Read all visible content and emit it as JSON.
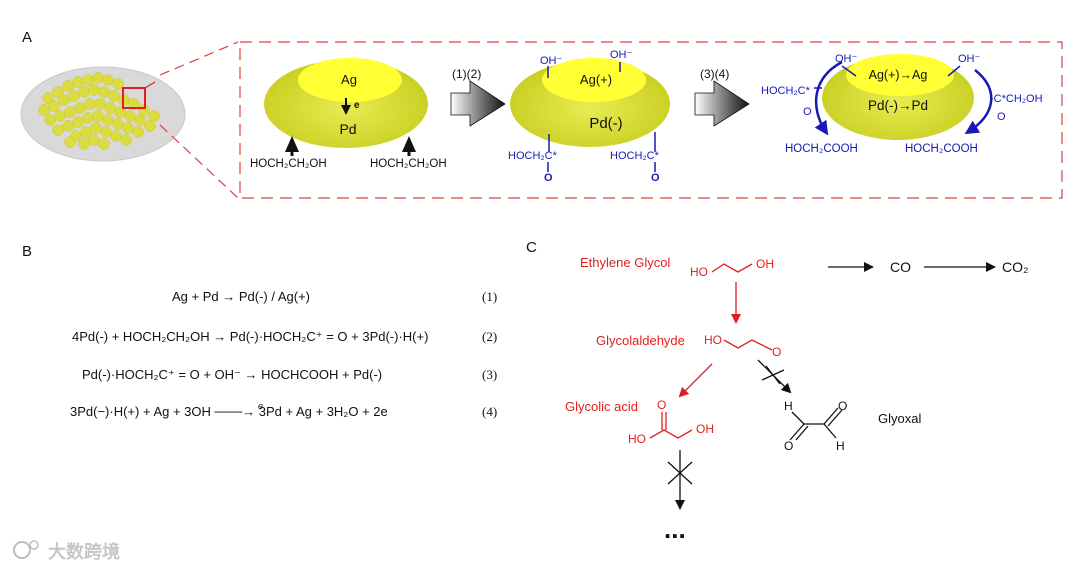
{
  "panels": {
    "a_label": "A",
    "b_label": "B",
    "c_label": "C"
  },
  "panel_a": {
    "particle1": {
      "top": "Ag",
      "e": "e",
      "bottom": "Pd",
      "reactant_left": "HOCH₂CH₂OH",
      "reactant_right": "HOCH₂CH₂OH"
    },
    "step1_label": "(1)(2)",
    "particle2": {
      "top": "Ag(+)",
      "bottom": "Pd(-)",
      "oh_left": "OH⁻",
      "oh_right": "OH⁻",
      "ad_left": "HOCH₂C*",
      "ad_right": "HOCH₂C*",
      "o_left": "O",
      "o_right": "O"
    },
    "step2_label": "(3)(4)",
    "particle3": {
      "top": "Ag(+)→Ag",
      "bottom": "Pd(-)→Pd",
      "oh_left": "OH⁻",
      "oh_right": "OH⁻",
      "ad_left": "HOCH₂C*",
      "o_left": "O",
      "ad_right": "-C*CH₂OH",
      "o_right": "O",
      "prod_left": "HOCH₂COOH",
      "prod_right": "HOCH₂COOH"
    }
  },
  "panel_b": {
    "equations": [
      {
        "text": "Ag + Pd → Pd(-) / Ag(+)",
        "num": "(1)"
      },
      {
        "text": "4Pd(-) + HOCH₂CH₂OH → Pd(-)·HOCH₂C⁺ = O + 3Pd(-)·H(+)",
        "num": "(2)"
      },
      {
        "text": "Pd(-)·HOCH₂C⁺ = O + OH⁻ → HOCHCOOH + Pd(-)",
        "num": "(3)"
      },
      {
        "text": "3Pd(−)·H(+) + Ag  + 3OH  ───→ 3Pd + Ag + 3H₂O + 2e",
        "num": "(4)"
      }
    ],
    "eq4_arrow_label": "e"
  },
  "panel_c": {
    "ethylene_glycol": "Ethylene Glycol",
    "eg_ho": "HO",
    "eg_oh": "OH",
    "co": "CO",
    "co2": "CO₂",
    "glycolaldehyde": "Glycolaldehyde",
    "ga_ho": "HO",
    "ga_o": "O",
    "glycolic_acid": "Glycolic acid",
    "gla_o": "O",
    "gla_ho": "HO",
    "gla_oh": "OH",
    "glyoxal": "Glyoxal",
    "gx_h1": "H",
    "gx_o1": "O",
    "gx_o2": "O",
    "gx_h2": "H",
    "ellipsis": "..."
  },
  "watermark": "大数跨境",
  "colors": {
    "particle_yellow": "#d6dc2a",
    "particle_core": "#ffff33",
    "blue": "#1818b8",
    "red": "#e02020",
    "dashed_red": "#e04040"
  }
}
